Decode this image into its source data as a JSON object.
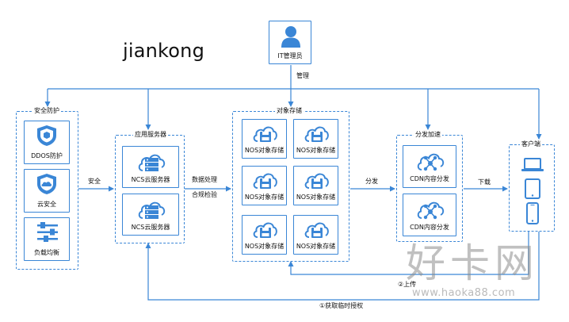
{
  "title": "jiankong",
  "admin": {
    "label": "IT管理员"
  },
  "connections": {
    "manage": "管理",
    "security": "安全",
    "data_processing": "数据处理",
    "compliance_check": "合规检验",
    "distribute": "分发",
    "download": "下载",
    "upload": "②上传",
    "get_temp_auth": "①获取临时授权"
  },
  "security_group": {
    "title": "安全防护",
    "items": [
      {
        "label": "DDOS防护",
        "icon": "shield-icon"
      },
      {
        "label": "云安全",
        "icon": "cloud-shield-icon"
      },
      {
        "label": "负载均衡",
        "icon": "sliders-icon"
      }
    ]
  },
  "app_group": {
    "title": "应用服务器",
    "items": [
      {
        "label": "NCS云服务器",
        "icon": "cloud-server-icon"
      },
      {
        "label": "NCS云服务器",
        "icon": "cloud-server-icon"
      }
    ]
  },
  "storage_group": {
    "title": "对象存储",
    "items": [
      {
        "label": "NOS对象存储",
        "icon": "cloud-disk-icon"
      },
      {
        "label": "NOS对象存储",
        "icon": "cloud-disk-icon"
      },
      {
        "label": "NOS对象存储",
        "icon": "cloud-disk-icon"
      },
      {
        "label": "NOS对象存储",
        "icon": "cloud-disk-icon"
      },
      {
        "label": "NOS对象存储",
        "icon": "cloud-disk-icon"
      },
      {
        "label": "NOS对象存储",
        "icon": "cloud-disk-icon"
      }
    ]
  },
  "cdn_group": {
    "title": "分发加速",
    "items": [
      {
        "label": "CDN内容分发",
        "icon": "cloud-network-icon"
      },
      {
        "label": "CDN内容分发",
        "icon": "cloud-network-icon"
      }
    ]
  },
  "client_group": {
    "title": "客户端",
    "items": [
      {
        "icon": "laptop-icon"
      },
      {
        "icon": "tablet-icon"
      },
      {
        "icon": "phone-icon"
      }
    ]
  },
  "watermark": {
    "text": "好卡网",
    "url": "www.haoka88.com"
  },
  "colors": {
    "accent": "#3a86d6",
    "watermark": "#8c8c8c"
  }
}
